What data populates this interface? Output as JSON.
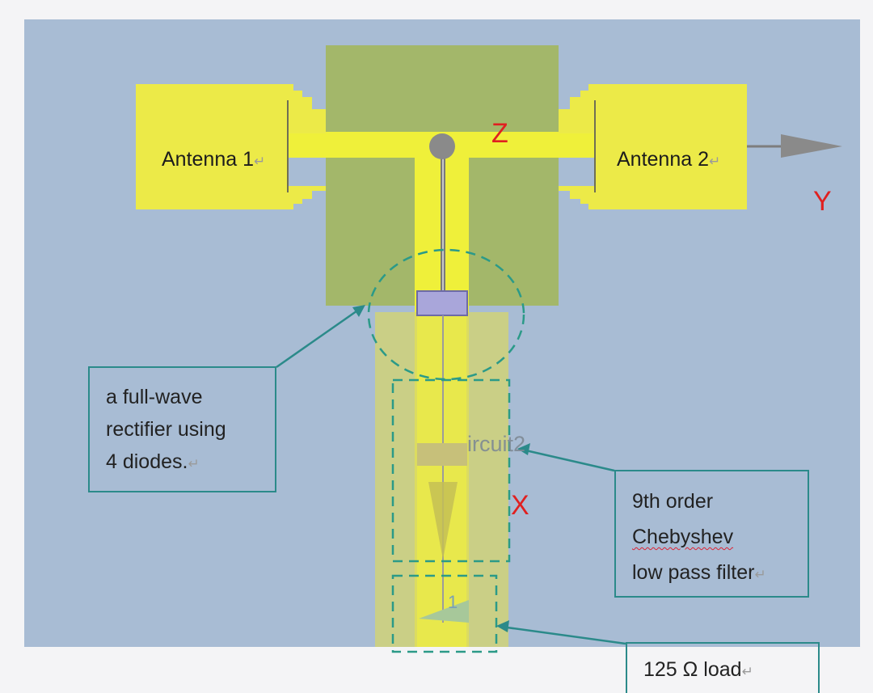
{
  "antennas": {
    "left": "Antenna 1",
    "right": "Antenna 2"
  },
  "axes": {
    "z": "Z",
    "y": "Y",
    "x": "X"
  },
  "circuit_label": "ircuit2",
  "port_label": "1",
  "callouts": {
    "rectifier": [
      "a full-wave",
      "rectifier using",
      "4 diodes."
    ],
    "filter": [
      "9th order",
      "Chebyshev",
      "low pass filter"
    ],
    "load": "125 Ω load"
  },
  "colors": {
    "background_panel": "#a8bcd4",
    "antenna_yellow": "#ecea48",
    "ground_green": "#a3b76a",
    "feed_line_yellow": "#eff03a",
    "substrate_overlay": "#d6d66c",
    "callout_border": "#2b8a8a",
    "axis_red": "#e02020",
    "diode_purple": "#a9a6da"
  }
}
